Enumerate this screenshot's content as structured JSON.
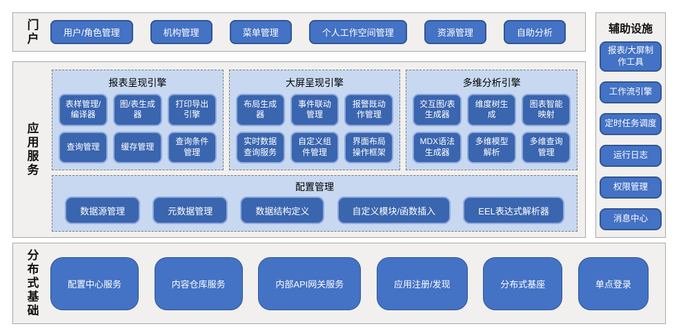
{
  "palette": {
    "section_bg": "#f1f0ee",
    "section_border": "#a8a8a8",
    "button_blue": "#4472c4",
    "button_border_dark": "#2f5597",
    "inner_button_blue": "#3a65af",
    "inner_button_border_light": "#8fa9dc",
    "engine_box_bg": "#c7d8f0",
    "text_on_button": "#ffffff"
  },
  "portal": {
    "label": "门户",
    "buttons": [
      "用户/角色管理",
      "机构管理",
      "菜单管理",
      "个人工作空间管理",
      "资源管理",
      "自助分析"
    ]
  },
  "app_services": {
    "label": "应用服务",
    "engines": [
      {
        "title": "报表呈现引擎",
        "buttons": [
          "表样管理/编译器",
          "图/表生成器",
          "打印导出引擎",
          "查询管理",
          "缓存管理",
          "查询条件管理"
        ]
      },
      {
        "title": "大屏呈现引擎",
        "buttons": [
          "布局生成器",
          "事件联动管理",
          "报警既动作管理",
          "实时数据查询服务",
          "自定义组件管理",
          "界面布局操作框架"
        ]
      },
      {
        "title": "多维分析引擎",
        "buttons": [
          "交互图/表生成器",
          "维度树生成",
          "图表智能映射",
          "MDX语法生成器",
          "多维模型解析",
          "多维查询管理"
        ]
      }
    ],
    "config": {
      "title": "配置管理",
      "buttons": [
        "数据源管理",
        "元数据管理",
        "数据结构定义",
        "自定义模块/函数插入",
        "EEL表达式解析器"
      ]
    }
  },
  "distributed": {
    "label": "分布式基础",
    "buttons": [
      "配置中心服务",
      "内容仓库服务",
      "内部API网关服务",
      "应用注册/发现",
      "分布式基座",
      "单点登录"
    ]
  },
  "auxiliary": {
    "title": "辅助设施",
    "buttons": [
      "报表/大屏制作工具",
      "工作流引擎",
      "定时任务调度",
      "运行日志",
      "权限管理",
      "消息中心"
    ]
  }
}
